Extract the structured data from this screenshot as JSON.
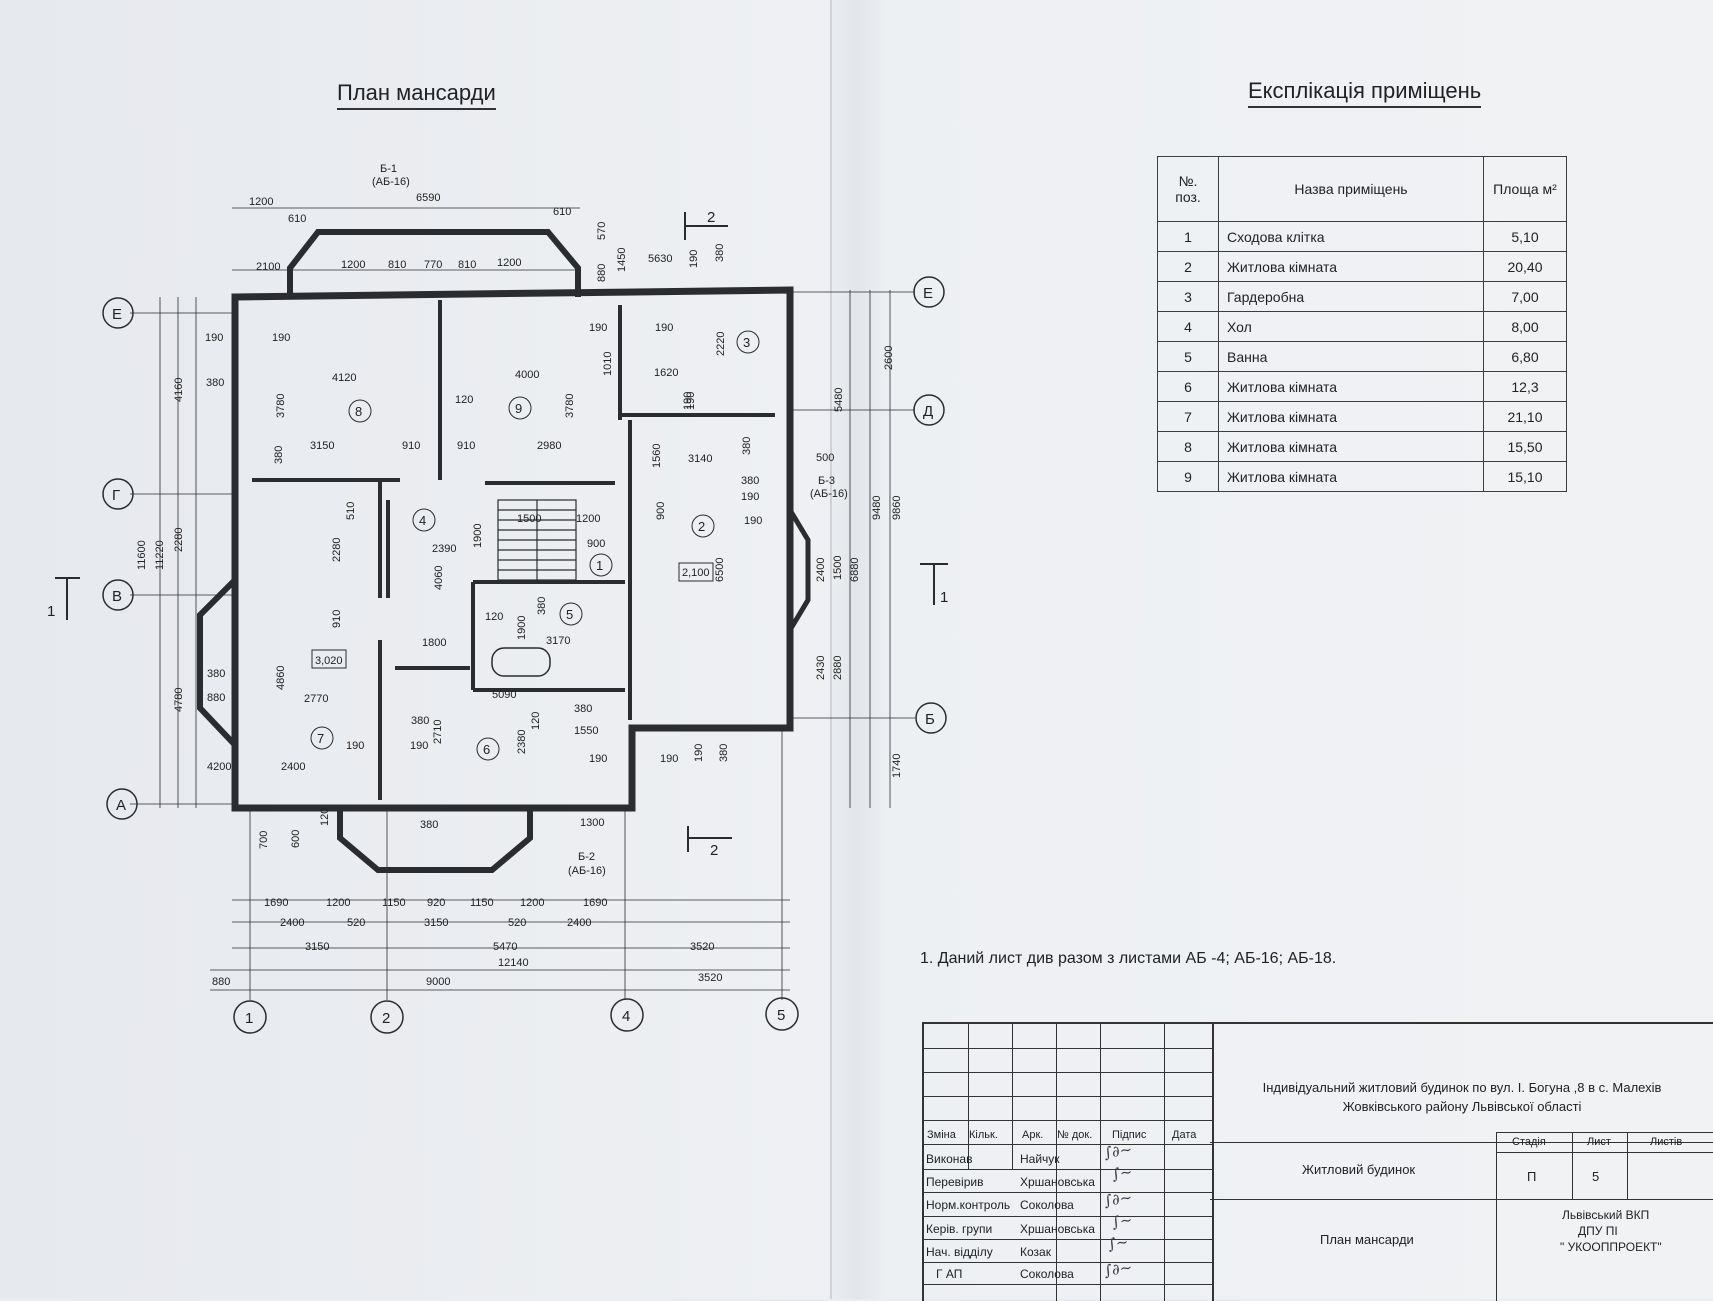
{
  "plan": {
    "title": "План мансарди",
    "axes_rows": [
      "Е",
      "Д",
      "Г",
      "В",
      "Б",
      "А"
    ],
    "axes_cols": [
      "1",
      "2",
      "4",
      "5"
    ],
    "section_marks": [
      "2",
      "1"
    ],
    "bay_labels": [
      "Б-1",
      "(АБ-16)",
      "Б-2",
      "(АБ-16)",
      "Б-3",
      "(АБ-16)"
    ],
    "marks": [
      "2,100",
      "3,020"
    ],
    "rooms": [
      "1",
      "2",
      "3",
      "4",
      "5",
      "6",
      "7",
      "8",
      "9"
    ],
    "dims_top": [
      "1200",
      "6590",
      "610",
      "610",
      "2100",
      "1200",
      "810",
      "770",
      "810",
      "1200",
      "880",
      "570",
      "1450",
      "5630",
      "190",
      "380"
    ],
    "dims_bottom_1": [
      "1690",
      "1200",
      "1150",
      "920",
      "1150",
      "1200",
      "1690"
    ],
    "dims_bottom_2": [
      "2400",
      "520",
      "3150",
      "520",
      "2400"
    ],
    "dims_bottom_3": [
      "3150",
      "5470",
      "3520"
    ],
    "dims_bottom_4": [
      "12140"
    ],
    "dims_bottom_5": [
      "880",
      "9000",
      "3520"
    ],
    "dims_left": [
      "11600",
      "11220",
      "4160",
      "2280",
      "4780"
    ],
    "dims_right": [
      "2600",
      "5480",
      "9480",
      "9860",
      "6880",
      "1500",
      "2400",
      "2880",
      "2430",
      "1740"
    ],
    "dims_inner": [
      "190",
      "190",
      "380",
      "4120",
      "4000",
      "3780",
      "3780",
      "120",
      "3150",
      "910",
      "910",
      "2980",
      "380",
      "190",
      "190",
      "1620",
      "1010",
      "2220",
      "190",
      "3140",
      "1560",
      "190",
      "380",
      "380",
      "190",
      "190",
      "500",
      "510",
      "2390",
      "1900",
      "1500",
      "1200",
      "900",
      "4060",
      "2280",
      "900",
      "6500",
      "120",
      "1900",
      "3170",
      "380",
      "1800",
      "5090",
      "910",
      "4860",
      "380",
      "880",
      "2770",
      "380",
      "190",
      "190",
      "2710",
      "2380",
      "120",
      "380",
      "1550",
      "190",
      "190",
      "190",
      "380",
      "4200",
      "2400",
      "380",
      "1300",
      "700",
      "600",
      "120"
    ]
  },
  "explication": {
    "title": "Експлікація приміщень",
    "headers": {
      "num": "№. поз.",
      "name": "Назва приміщень",
      "area": "Площа м²"
    },
    "rows": [
      {
        "num": "1",
        "name": "Сходова клітка",
        "area": "5,10"
      },
      {
        "num": "2",
        "name": "Житлова кімната",
        "area": "20,40"
      },
      {
        "num": "3",
        "name": "Гардеробна",
        "area": "7,00"
      },
      {
        "num": "4",
        "name": "Хол",
        "area": "8,00"
      },
      {
        "num": "5",
        "name": "Ванна",
        "area": "6,80"
      },
      {
        "num": "6",
        "name": "Житлова кімната",
        "area": "12,3"
      },
      {
        "num": "7",
        "name": "Житлова кімната",
        "area": "21,10"
      },
      {
        "num": "8",
        "name": "Житлова кімната",
        "area": "15,50"
      },
      {
        "num": "9",
        "name": "Житлова кімната",
        "area": "15,10"
      }
    ]
  },
  "note": "1. Даний лист див разом з листами АБ -4; АБ-16; АБ-18.",
  "title_block": {
    "headers": [
      "Зміна",
      "Кільк.",
      "Арк.",
      "№ док.",
      "Підпис",
      "Дата"
    ],
    "roles": [
      {
        "role": "Виконав",
        "name": "Найчук"
      },
      {
        "role": "Перевірив",
        "name": "Хршановська"
      },
      {
        "role": "Норм.контроль",
        "name": "Соколова"
      },
      {
        "role": "Керів. групи",
        "name": "Хршановська"
      },
      {
        "role": "Нач. відділу",
        "name": "Козак"
      },
      {
        "role": "Г АП",
        "name": "Соколова"
      }
    ],
    "project_line1": "Індивідуальний житловий будинок по вул. І. Богуна ,8 в с. Малехів",
    "project_line2": "Жовківського району Львівської області",
    "building": "Житловий будинок",
    "sheet_title": "План мансарди",
    "stage_label": "Стадія",
    "sheet_label": "Лист",
    "sheets_label": "Листів",
    "stage_value": "П",
    "sheet_value": "5",
    "org_line1": "Львівський ВКП",
    "org_line2": "ДПУ ПІ",
    "org_line3": "\" УКООППРОЕКТ\""
  }
}
